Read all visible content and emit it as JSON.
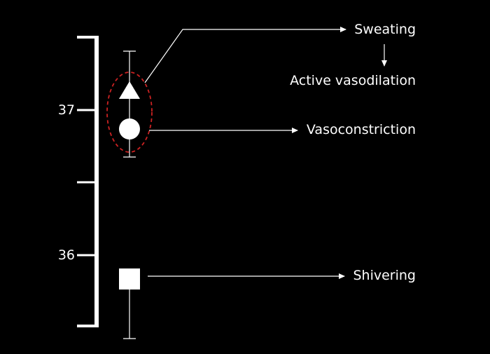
{
  "axis": {
    "ticks": [
      {
        "label": "37"
      },
      {
        "label": "36"
      }
    ]
  },
  "labels": {
    "sweating": "Sweating",
    "active_vasodilation": "Active vasodilation",
    "vasoconstriction": "Vasoconstriction",
    "shivering": "Shivering"
  },
  "colors": {
    "background": "#000000",
    "foreground": "#ffffff",
    "highlight_ellipse": "#cc2222"
  },
  "markers": {
    "sweating": "triangle",
    "vasoconstriction": "circle",
    "shivering": "square"
  }
}
